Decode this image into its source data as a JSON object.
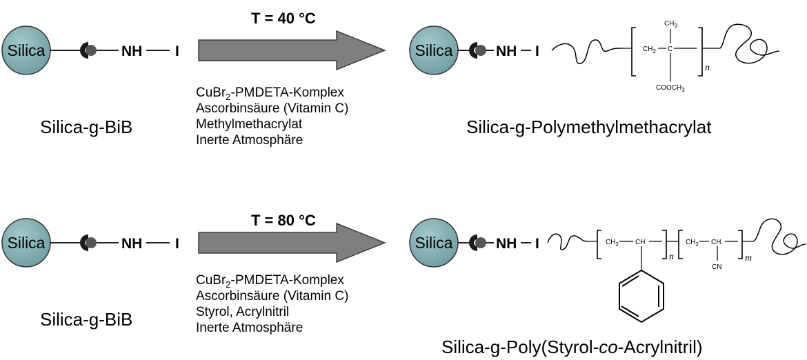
{
  "reactions": [
    {
      "temperature": "T = 40 °C",
      "conditions": {
        "line1_main": "CuBr",
        "line1_sub": "2",
        "line1_rest": "-PMDETA-Komplex",
        "line2": "Ascorbinsäure (Vitamin C)",
        "line3": "Methylmethacrylat",
        "line4": "Inerte Atmosphäre"
      },
      "reactant": {
        "particle_label": "Silica",
        "amine": "NH",
        "initiator": "I",
        "name": "Silica-g-BiB"
      },
      "product": {
        "particle_label": "Silica",
        "amine": "NH",
        "initiator": "I",
        "name": "Silica-g-Polymethylmethacrylat",
        "structure": {
          "methyl_top": "CH",
          "methyl_top_sub": "3",
          "methylene": "CH",
          "methylene_sub": "2",
          "quaternary_c": "C",
          "ester": "COOCH",
          "ester_sub": "3",
          "repeat": "n"
        }
      }
    },
    {
      "temperature": "T = 80 °C",
      "conditions": {
        "line1_main": "CuBr",
        "line1_sub": "2",
        "line1_rest": "-PMDETA-Komplex",
        "line2": "Ascorbinsäure (Vitamin C)",
        "line3": "Styrol, Acrylnitril",
        "line4": "Inerte Atmosphäre"
      },
      "reactant": {
        "particle_label": "Silica",
        "amine": "NH",
        "initiator": "I",
        "name": "Silica-g-BiB"
      },
      "product": {
        "particle_label": "Silica",
        "amine": "NH",
        "initiator": "I",
        "name_pre": "Silica-g-Poly(Styrol-",
        "name_italic": "co",
        "name_post": "-Acrylnitril)",
        "structure": {
          "styrene_ch2": "CH",
          "styrene_ch2_sub": "2",
          "styrene_ch": "CH",
          "an_ch2": "CH",
          "an_ch2_sub": "2",
          "an_ch": "CH",
          "nitrile": "CN",
          "repeat_styrene": "n",
          "repeat_an": "m"
        }
      }
    }
  ],
  "colors": {
    "particle_fill": "#87b3b6",
    "arrow_fill": "#7f7f7f",
    "linker_fill": "#555555"
  }
}
